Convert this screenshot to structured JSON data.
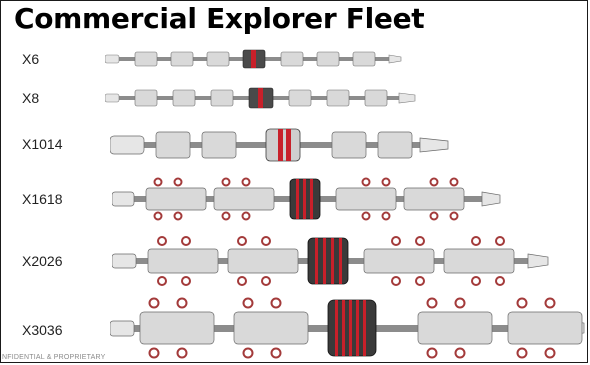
{
  "title": "Commercial Explorer Fleet",
  "footer": "NFIDENTIAL & PROPRIETARY",
  "colors": {
    "accent": "#c8202a",
    "body": "#d9d9d9",
    "dark": "#3c3c3c"
  },
  "models": [
    {
      "label": "X6"
    },
    {
      "label": "X8"
    },
    {
      "label": "X1014"
    },
    {
      "label": "X1618"
    },
    {
      "label": "X2026"
    },
    {
      "label": "X3036"
    }
  ]
}
